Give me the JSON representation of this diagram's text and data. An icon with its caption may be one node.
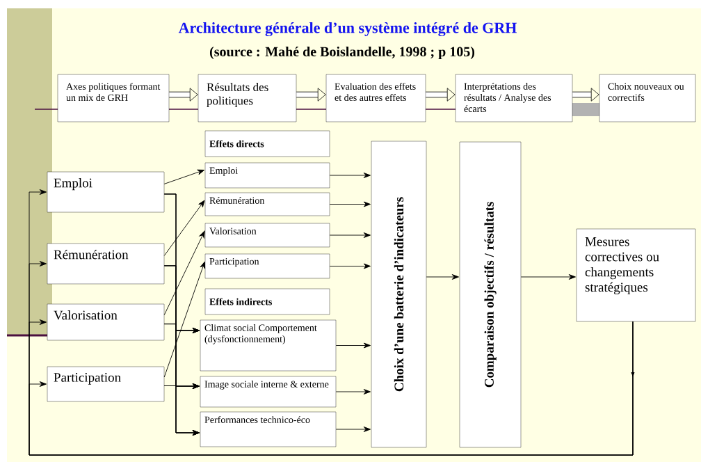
{
  "diagram": {
    "title": "Architecture générale d’un système intégré de GRH",
    "nodes": [
      {
        "text": [
          "Axes politiques formant un mix de GRH"
        ]
      },
      {
        "text": [
          "Résultats des politiques"
        ]
      },
      {
        "text": [
          "Evaluation des effets  et des autres effets"
        ]
      },
      {
        "text": [
          "Interprétations des résultats / Analyse des écarts"
        ]
      },
      {
        "text": [
          "Choix nouveaux ou correctifs"
        ]
      },
      {
        "text": [
          "Emploi"
        ]
      },
      {
        "text": [
          "Rémunération"
        ]
      },
      {
        "text": [
          "Valorisation"
        ]
      },
      {
        "text": [
          "Participation"
        ]
      },
      {
        "text": [
          "Effets directs"
        ]
      },
      {
        "text": [
          "Emploi"
        ]
      },
      {
        "text": [
          "Rémunération"
        ]
      },
      {
        "text": [
          "Valorisation"
        ]
      },
      {
        "text": [
          "Participation"
        ]
      },
      {
        "text": [
          "Effets indirects"
        ]
      },
      {
        "text": [
          "Climat social Comportement (dysfonctionnement)"
        ]
      },
      {
        "text": [
          "Image sociale interne & externe"
        ]
      },
      {
        "text": [
          "Performances technico-éco"
        ]
      },
      {
        "text": [
          "Choix d’une batterie d’indicateurs"
        ]
      },
      {
        "text": [
          "Comparaison objectifs / résultats"
        ]
      },
      {
        "text": [
          "Mesures correctives ou changements stratégiques"
        ]
      }
    ],
    "edges": [
      {
        "from": 0,
        "to": 1,
        "arrow": "to",
        "style": "thick"
      },
      {
        "from": 1,
        "to": 2,
        "arrow": "to",
        "style": "thick"
      },
      {
        "from": 2,
        "to": 3,
        "arrow": "to",
        "style": "thick"
      },
      {
        "from": 3,
        "to": 4,
        "arrow": "to",
        "style": "thick"
      },
      {
        "from": 5,
        "to": 10,
        "arrow": "to"
      },
      {
        "from": 6,
        "to": 11,
        "arrow": "to"
      },
      {
        "from": 7,
        "to": 12,
        "arrow": "to"
      },
      {
        "from": 8,
        "to": 13,
        "arrow": "to"
      },
      {
        "from": 5,
        "to": 15,
        "arrow": "to"
      },
      {
        "from": 5,
        "to": 16,
        "arrow": "to"
      },
      {
        "from": 5,
        "to": 17,
        "arrow": "to"
      },
      {
        "from": 6,
        "to": 15,
        "arrow": "to"
      },
      {
        "from": 6,
        "to": 16,
        "arrow": "to"
      },
      {
        "from": 6,
        "to": 17,
        "arrow": "to"
      },
      {
        "from": 7,
        "to": 15,
        "arrow": "to"
      },
      {
        "from": 7,
        "to": 16,
        "arrow": "to"
      },
      {
        "from": 7,
        "to": 17,
        "arrow": "to"
      },
      {
        "from": 8,
        "to": 15,
        "arrow": "to"
      },
      {
        "from": 8,
        "to": 16,
        "arrow": "to"
      },
      {
        "from": 8,
        "to": 17,
        "arrow": "to"
      },
      {
        "from": 10,
        "to": 18,
        "arrow": "to"
      },
      {
        "from": 11,
        "to": 18,
        "arrow": "to"
      },
      {
        "from": 12,
        "to": 18,
        "arrow": "to"
      },
      {
        "from": 13,
        "to": 18,
        "arrow": "to"
      },
      {
        "from": 15,
        "to": 18,
        "arrow": "to"
      },
      {
        "from": 16,
        "to": 18,
        "arrow": "to"
      },
      {
        "from": 17,
        "to": 18,
        "arrow": "to"
      },
      {
        "from": 18,
        "to": 19,
        "arrow": "to"
      },
      {
        "from": 19,
        "to": 20,
        "arrow": "to"
      },
      {
        "from": 20,
        "to": 5,
        "arrow": "to"
      },
      {
        "from": 20,
        "to": 6,
        "arrow": "to"
      },
      {
        "from": 20,
        "to": 7,
        "arrow": "to"
      },
      {
        "from": 20,
        "to": 8,
        "arrow": "to"
      }
    ],
    "labels": [
      "(source : Mahé de Boislandelle, 1998 ; p 105)"
    ]
  }
}
